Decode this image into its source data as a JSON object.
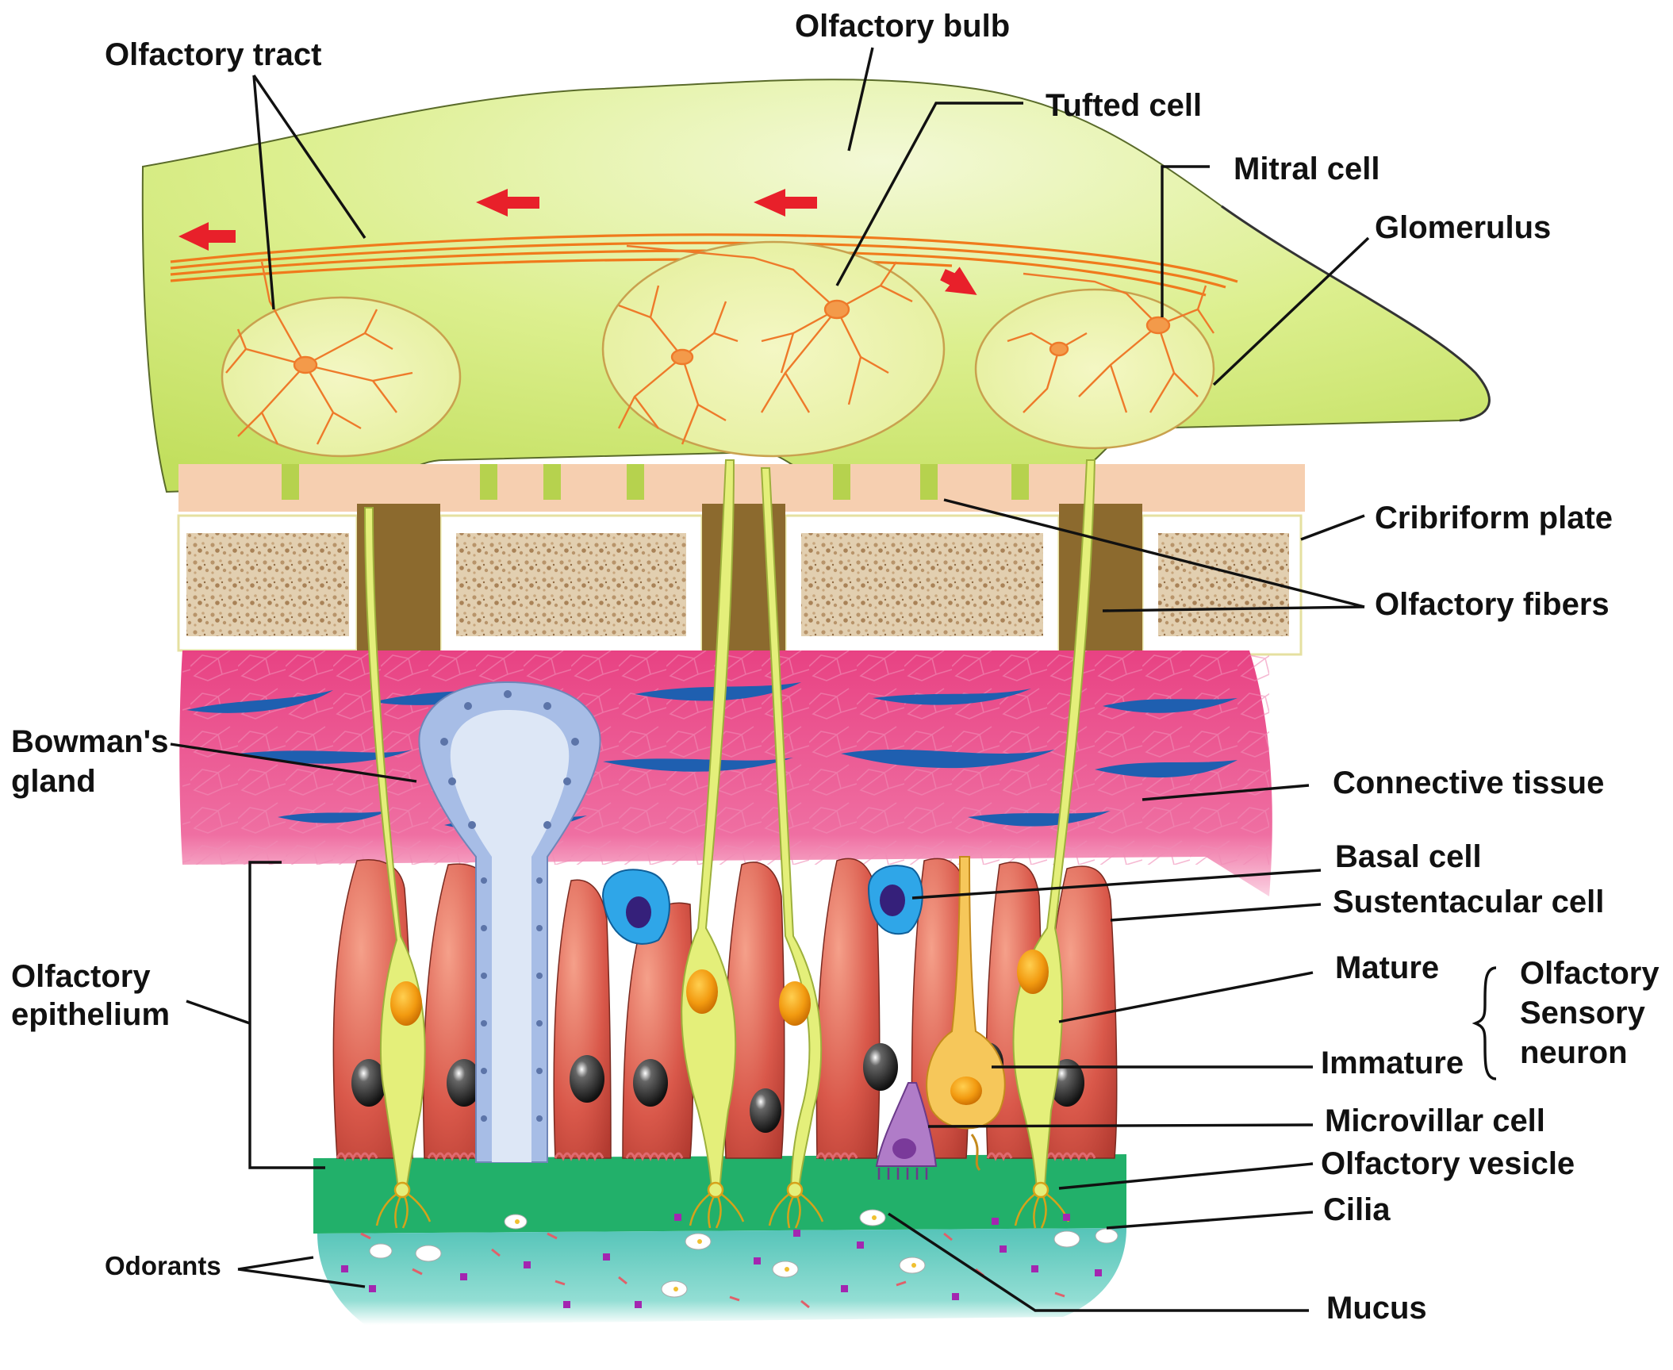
{
  "labels": {
    "olfactory_tract": "Olfactory tract",
    "olfactory_bulb": "Olfactory bulb",
    "tufted_cell": "Tufted cell",
    "mitral_cell": "Mitral cell",
    "glomerulus": "Glomerulus",
    "cribriform_plate": "Cribriform plate",
    "olfactory_fibers": "Olfactory fibers",
    "bowmans_gland_line1": "Bowman's",
    "bowmans_gland_line2": "gland",
    "connective_tissue": "Connective tissue",
    "basal_cell": "Basal cell",
    "sustentacular_cell": "Sustentacular cell",
    "olfactory_epithelium_line1": "Olfactory",
    "olfactory_epithelium_line2": "epithelium",
    "mature": "Mature",
    "immature": "Immature",
    "osn_line1": "Olfactory",
    "osn_line2": "Sensory",
    "osn_line3": "neuron",
    "microvillar_cell": "Microvillar cell",
    "olfactory_vesicle": "Olfactory vesicle",
    "cilia": "Cilia",
    "odorants": "Odorants",
    "mucus": "Mucus"
  },
  "colors": {
    "bulb": "#d4ec7a",
    "bulb_light": "#eef7c4",
    "tract": "#f07a1c",
    "flow_arrow": "#e8202a",
    "plate_bone": "#d8c3a2",
    "plate_border": "#8c6a2e",
    "connective_tissue": "#ea4c8c",
    "vessels": "#1f5fb0",
    "sustentacular": "#d9584a",
    "neuron": "#e4ef7a",
    "bowmans_gland": "#a7bde6",
    "basal_cell": "#2fa6e8",
    "microvillar": "#b07cc8",
    "immature_neuron": "#f6c75a",
    "epithelium_surface": "#22b06a",
    "mucus": "#6fd0c4",
    "odorant": "#a326b0"
  }
}
